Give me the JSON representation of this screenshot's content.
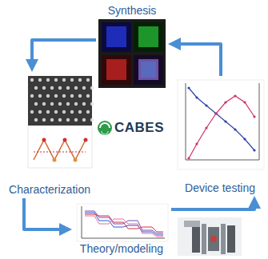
{
  "diagram": {
    "nodes": [
      {
        "text": [
          "Synthesis"
        ]
      },
      {
        "text": [
          "Characterization"
        ]
      },
      {
        "text": [
          "Theory/modeling"
        ]
      },
      {
        "text": [
          "Device testing"
        ]
      }
    ],
    "edges": [
      {
        "from": 0,
        "to": 1,
        "arrow": "to"
      },
      {
        "from": 1,
        "to": 2,
        "arrow": "to"
      },
      {
        "from": 2,
        "to": 3,
        "arrow": "to"
      },
      {
        "from": 3,
        "to": 0,
        "arrow": "to"
      }
    ],
    "labels": [
      "CABES"
    ]
  }
}
